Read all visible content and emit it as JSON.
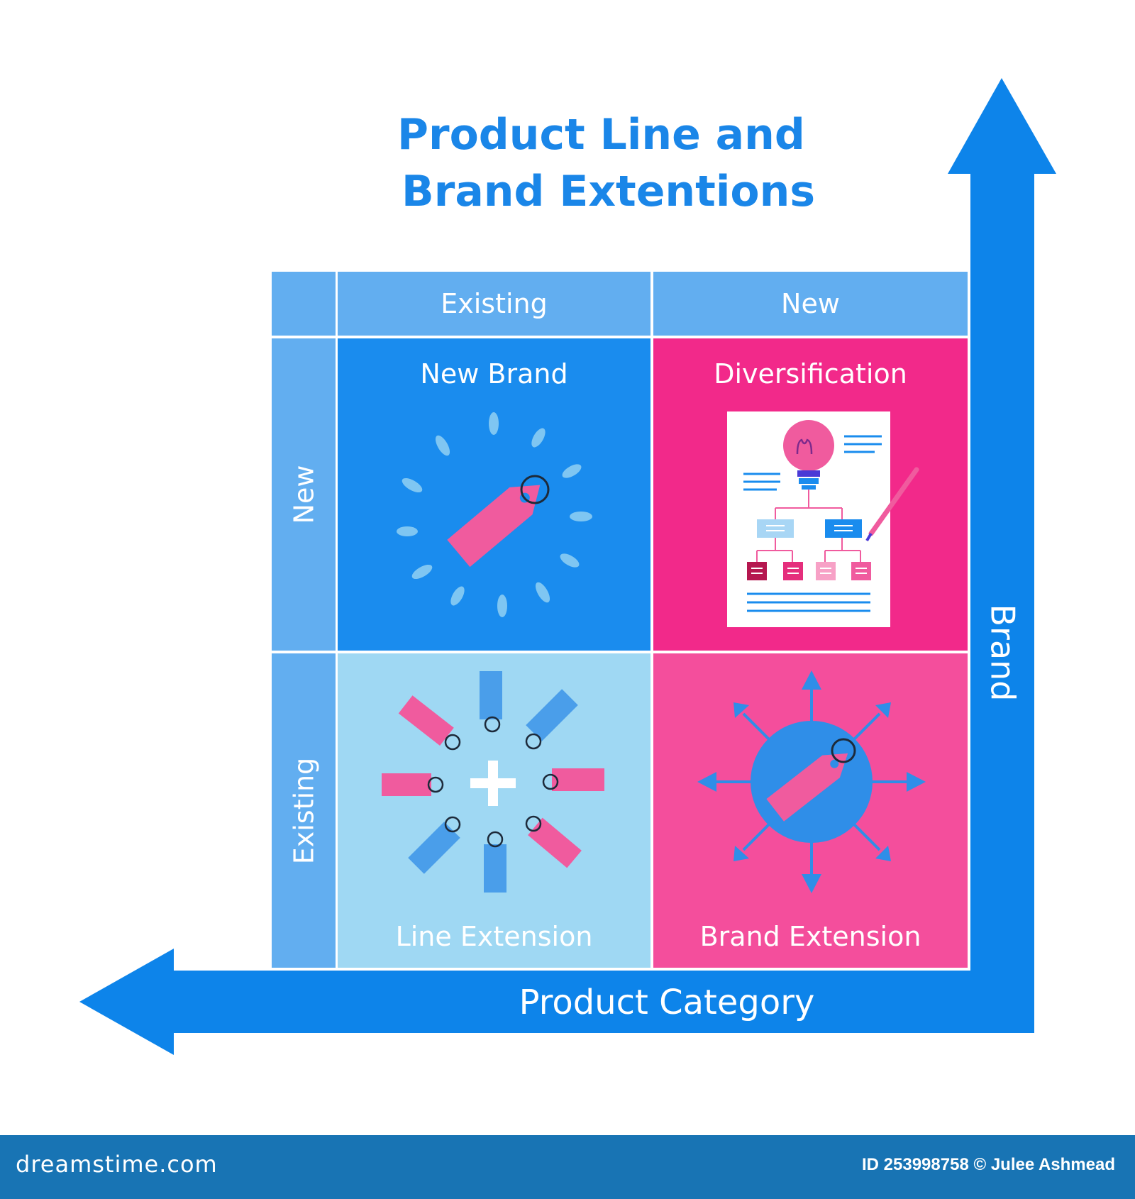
{
  "title": {
    "line1": "Product Line and",
    "line2": "Brand Extentions"
  },
  "columns": {
    "existing": "Existing",
    "new": "New"
  },
  "rows": {
    "new": "New",
    "existing": "Existing"
  },
  "quadrants": {
    "top_left": "New Brand",
    "top_right": "Diversification",
    "bottom_left": "Line Extension",
    "bottom_right": "Brand Extension"
  },
  "axes": {
    "x": "Product Category",
    "y": "Brand"
  },
  "footer": {
    "site": "dreamstime.com",
    "credit": "ID 253998758 © Julee Ashmead"
  },
  "colors": {
    "blue_dark": "#1a8cee",
    "blue_header": "#62aef0",
    "blue_light": "#9fd8f3",
    "pink_dark": "#f2298a",
    "pink_light": "#f44e9c",
    "arrow_blue": "#0d84ea",
    "tag_pink": "#f05b9e",
    "tag_blue": "#4a9eea"
  },
  "icons": {
    "top_left": "price-tag-burst-icon",
    "top_right": "idea-org-chart-document-icon",
    "bottom_left": "tags-circle-plus-icon",
    "bottom_right": "tag-globe-arrows-icon"
  }
}
